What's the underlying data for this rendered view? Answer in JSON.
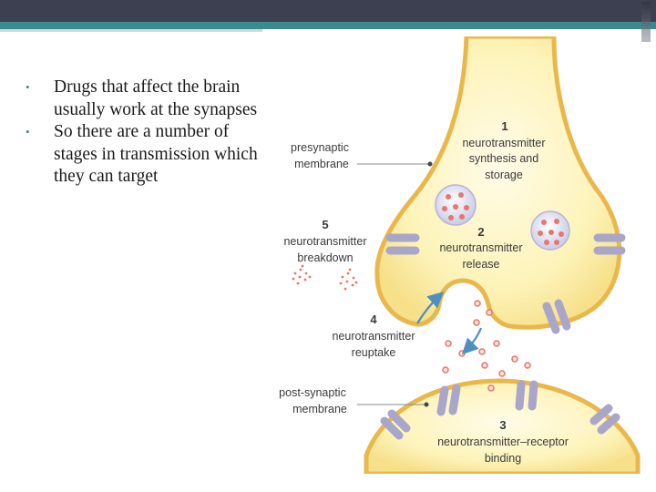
{
  "slide": {
    "bullets": [
      "Drugs that affect the brain usually work at the synapses",
      "So there are a number of stages in transmission which they can target"
    ]
  },
  "diagram": {
    "labels": {
      "presynaptic_l1": "presynaptic",
      "presynaptic_l2": "membrane",
      "step1_num": "1",
      "step1_l1": "neurotransmitter",
      "step1_l2": "synthesis and",
      "step1_l3": "storage",
      "step2_num": "2",
      "step2_l1": "neurotransmitter",
      "step2_l2": "release",
      "step3_num": "3",
      "step3_l1": "neurotransmitter–receptor",
      "step3_l2": "binding",
      "step4_num": "4",
      "step4_l1": "neurotransmitter",
      "step4_l2": "reuptake",
      "step5_num": "5",
      "step5_l1": "neurotransmitter",
      "step5_l2": "breakdown",
      "postsynaptic_l1": "post-synaptic",
      "postsynaptic_l2": "membrane"
    },
    "colors": {
      "neuron_fill": "#fdf3b8",
      "neuron_edge": "#e9b84c",
      "receptor": "#a9a6c9",
      "molecule": "#e9756c",
      "arrow": "#4f8fbf"
    }
  }
}
